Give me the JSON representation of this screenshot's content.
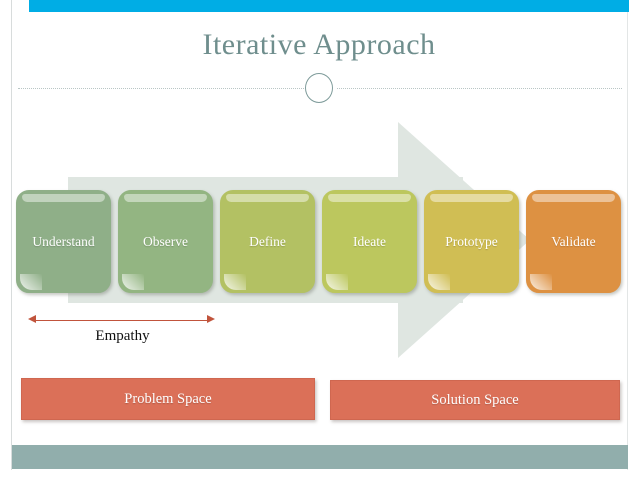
{
  "slide": {
    "title": "Iterative Approach",
    "accent_top_color": "#00ADE5",
    "title_color": "#6F8E8D",
    "bottom_band_color": "#91AEAC",
    "arrow_background_color": "#DFE6E1"
  },
  "process": {
    "steps": [
      {
        "label": "Understand",
        "color": "#8FAF88"
      },
      {
        "label": "Observe",
        "color": "#93B582"
      },
      {
        "label": "Define",
        "color": "#B3C163"
      },
      {
        "label": "Ideate",
        "color": "#BCC75E"
      },
      {
        "label": "Prototype",
        "color": "#D0BE54"
      },
      {
        "label": "Validate",
        "color": "#DD9142"
      }
    ]
  },
  "empathy": {
    "label": "Empathy",
    "arrow_color": "#C1543C"
  },
  "spaces": {
    "problem": "Problem Space",
    "solution": "Solution Space",
    "color": "#DB7058"
  }
}
